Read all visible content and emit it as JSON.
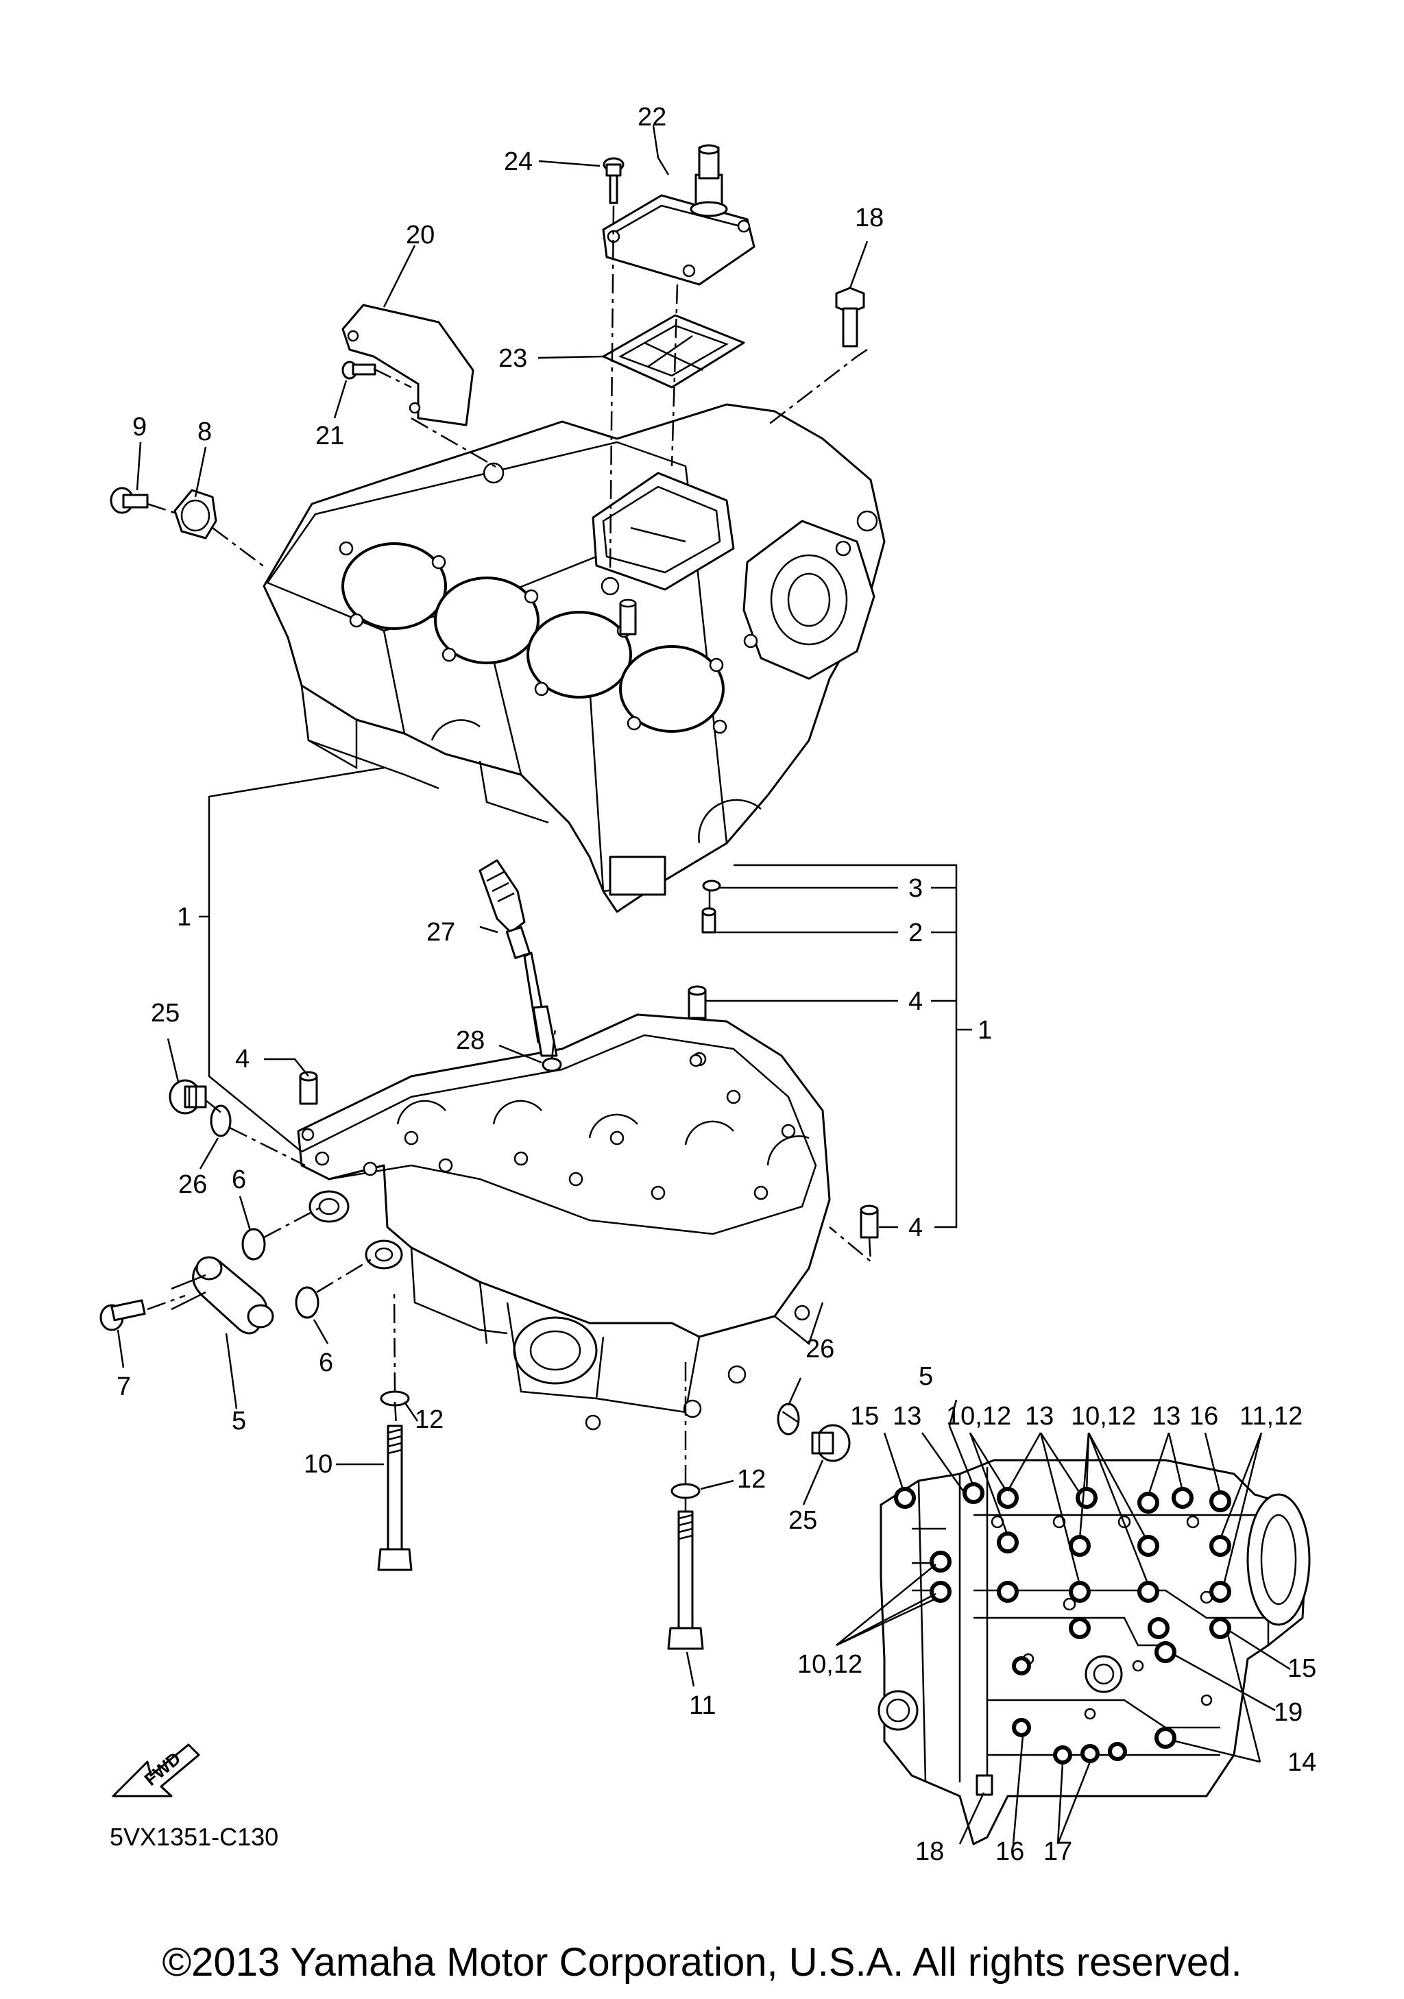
{
  "diagram": {
    "callouts": {
      "c1_left": "1",
      "c1_right": "1",
      "c2": "2",
      "c3": "3",
      "c4_left": "4",
      "c4_right_top": "4",
      "c4_right_bottom": "4",
      "c5": "5",
      "c5_inset": "5",
      "c6_upper": "6",
      "c6_lower": "6",
      "c7": "7",
      "c8": "8",
      "c9": "9",
      "c10": "10",
      "c11": "11",
      "c12_upper": "12",
      "c12_lower": "12",
      "c18_top": "18",
      "c20": "20",
      "c21": "21",
      "c22": "22",
      "c23": "23",
      "c24": "24",
      "c25_left": "25",
      "c25_right": "25",
      "c26_left": "26",
      "c26_right": "26",
      "c27": "27",
      "c28": "28"
    },
    "inset_callouts": {
      "top_15": "15",
      "top_13a": "13",
      "top_1012a": "10,12",
      "top_13b": "13",
      "top_1012b": "10,12",
      "top_13c": "13",
      "top_16": "16",
      "top_1112": "11,12",
      "left_1012": "10,12",
      "right_15": "15",
      "right_19": "19",
      "right_14": "14",
      "bottom_18": "18",
      "bottom_16": "16",
      "bottom_17": "17"
    },
    "fwd_label": "FWD",
    "diagram_code": "5VX1351-C130",
    "copyright": "©2013 Yamaha Motor Corporation, U.S.A. All rights reserved."
  }
}
